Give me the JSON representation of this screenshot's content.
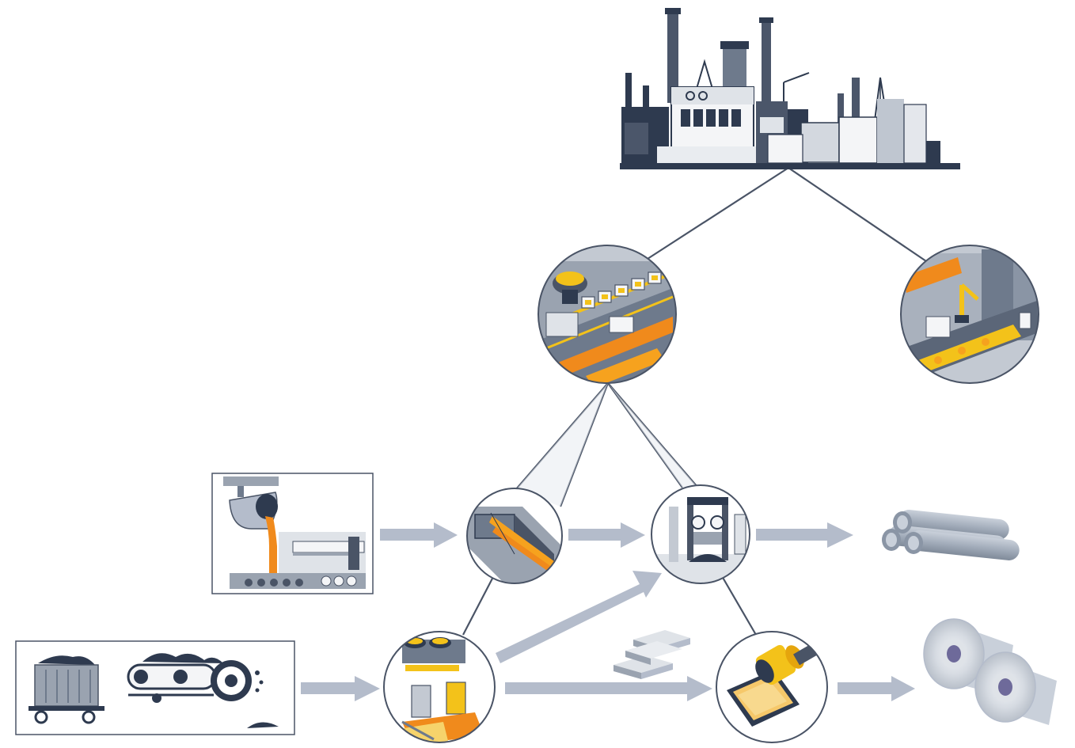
{
  "diagram": {
    "type": "steel-production-process-flow",
    "colors": {
      "navy": "#2e3a4f",
      "slate": "#5b6678",
      "steel_gray": "#9aa3b0",
      "light_gray": "#dfe3e8",
      "arrow_gray": "#b4bccb",
      "yellow": "#f3c21a",
      "orange": "#f08a1c",
      "molten": "#f6a21e",
      "line": "#4a5466"
    },
    "nodes": [
      {
        "id": "factory",
        "kind": "illustration",
        "icon": "factory-skyline-icon"
      },
      {
        "id": "steelmaking-plant",
        "kind": "circle",
        "icon": "steelmaking-line-icon"
      },
      {
        "id": "robotic-plant",
        "kind": "circle",
        "icon": "robotic-assembly-icon"
      },
      {
        "id": "ladle-casting",
        "kind": "box",
        "icon": "ladle-pouring-icon"
      },
      {
        "id": "raw-material",
        "kind": "box",
        "icon": "ore-cart-conveyor-icon"
      },
      {
        "id": "continuous-caster",
        "kind": "circle",
        "icon": "continuous-caster-icon"
      },
      {
        "id": "rolling-stand",
        "kind": "circle",
        "icon": "rolling-stand-icon"
      },
      {
        "id": "ingot-mold",
        "kind": "circle",
        "icon": "ingot-mold-icon"
      },
      {
        "id": "strip-mill",
        "kind": "circle",
        "icon": "strip-mill-icon"
      },
      {
        "id": "pipes",
        "kind": "product",
        "icon": "steel-pipes-icon"
      },
      {
        "id": "coils",
        "kind": "product",
        "icon": "steel-coils-icon"
      },
      {
        "id": "billets",
        "kind": "product",
        "icon": "steel-billets-icon"
      }
    ]
  }
}
